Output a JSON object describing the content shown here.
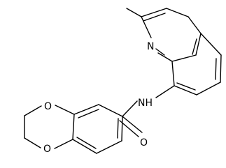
{
  "molecule": {
    "atom_labels": {
      "n_quinoline": "N",
      "nh_amide": "NH",
      "o_ring_top": "O",
      "o_ring_bottom": "O",
      "o_carbonyl": "O"
    }
  },
  "colors": {
    "bond": "#000000",
    "background": "#ffffff",
    "label": "#000000"
  }
}
